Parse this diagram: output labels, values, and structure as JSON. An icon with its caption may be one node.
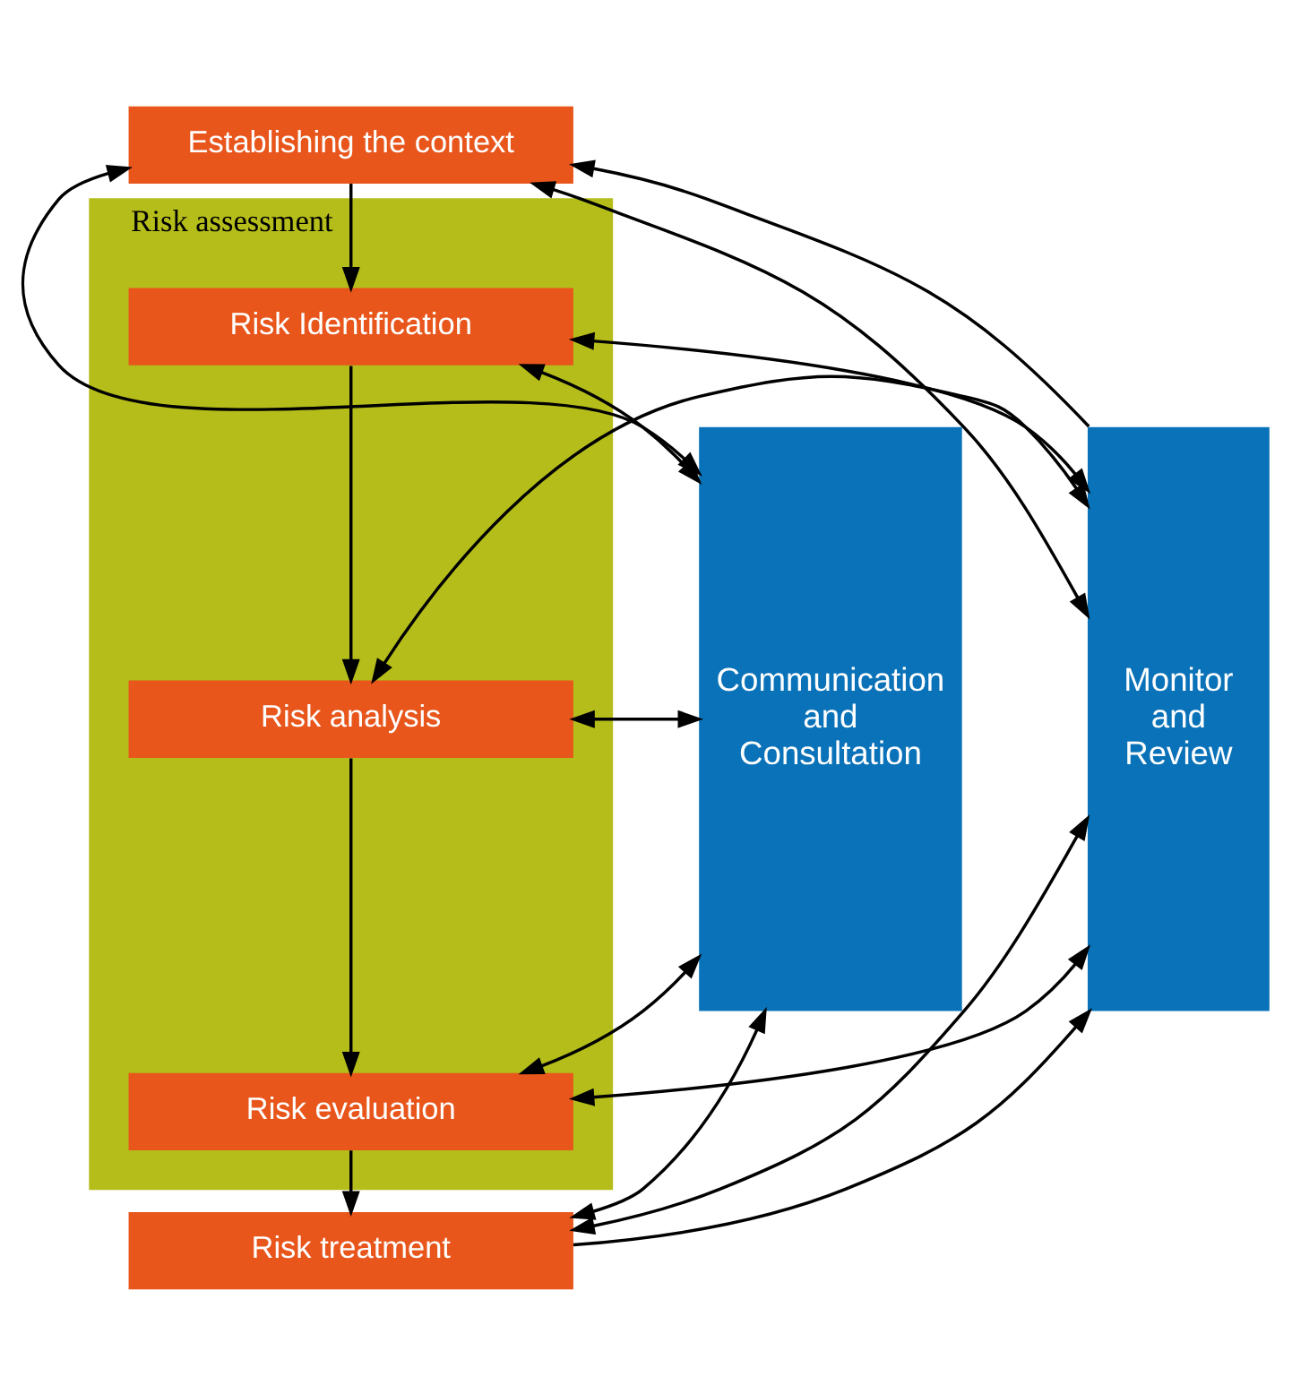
{
  "diagram": {
    "nodes": [
      {
        "text": [
          "Communication and Consultation"
        ]
      },
      {
        "text": [
          "Establishing the context"
        ]
      },
      {
        "text": [
          "Risk assessment"
        ]
      },
      {
        "text": [
          "Risk Identification"
        ],
        "in": 2
      },
      {
        "text": [
          "Risk analysis"
        ],
        "in": 2
      },
      {
        "text": [
          "Risk evaluation"
        ],
        "in": 2
      },
      {
        "text": [
          "Risk treatment"
        ]
      },
      {
        "text": [
          "Monitor and Review"
        ]
      }
    ],
    "edges": [
      {
        "from": 7,
        "to": 1,
        "arrow": "to"
      },
      {
        "from": 0,
        "to": 1,
        "arrow": "both"
      },
      {
        "from": 1,
        "to": 7,
        "arrow": "both"
      },
      {
        "from": 1,
        "to": 3,
        "arrow": "to"
      },
      {
        "from": 0,
        "to": 3,
        "arrow": "both"
      },
      {
        "from": 3,
        "to": 7,
        "arrow": "both"
      },
      {
        "from": 3,
        "to": 4,
        "arrow": "to"
      },
      {
        "from": 0,
        "to": 4,
        "arrow": "both"
      },
      {
        "from": 4,
        "to": 7,
        "arrow": "both"
      },
      {
        "from": 4,
        "to": 5,
        "arrow": "to"
      },
      {
        "from": 0,
        "to": 5,
        "arrow": "both"
      },
      {
        "from": 5,
        "to": 7,
        "arrow": "both"
      },
      {
        "from": 5,
        "to": 6,
        "arrow": "to"
      },
      {
        "from": 0,
        "to": 6,
        "arrow": "both"
      },
      {
        "from": 6,
        "to": 7,
        "arrow": "both"
      },
      {
        "from": 6,
        "to": 7,
        "arrow": "to"
      }
    ]
  }
}
